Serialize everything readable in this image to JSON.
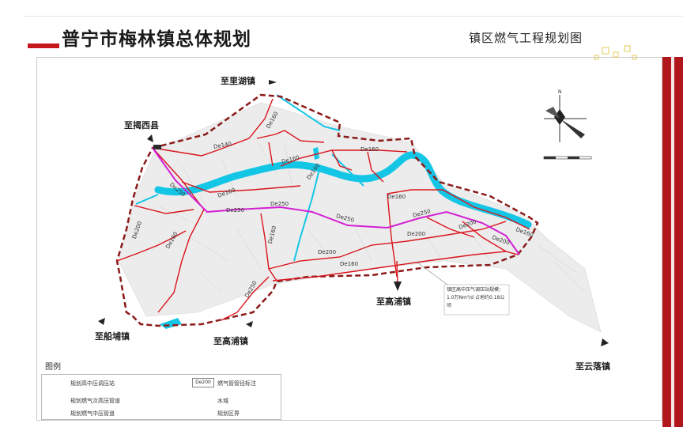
{
  "header": {
    "title": "普宁市梅林镇总体规划",
    "subtitle": "镇区燃气工程规划图"
  },
  "map": {
    "destinations": {
      "lihu": "至里湖镇",
      "jiexi": "至揭西县",
      "gaopu_center": "至高浦镇",
      "chuanbu": "至船埔镇",
      "gaopu_south": "至高浦镇",
      "yunluo": "至云落镇"
    },
    "pipe_labels": {
      "de140_top": "De140",
      "de160_north": "De160",
      "de160_east": "De160",
      "de160_mid": "De160",
      "de160_right": "De160",
      "de250_nw": "De250",
      "de160_w": "De160",
      "de250_a": "De250",
      "de250_b": "De250",
      "de250_c": "De250",
      "de250_d": "De250",
      "de200_west": "De200",
      "de160_sw": "De160",
      "de160_center": "De160",
      "de200_mid": "De200",
      "de160_south": "De160",
      "de250_south": "De250",
      "de200_east": "De200",
      "de160_far_east": "De160",
      "de200_se": "De200",
      "de200_far_e": "De200",
      "de160_tip": "De160"
    },
    "station_note": "镇区高中压气调压站规模：1.0万Nm³/d 占地约0.18公顷",
    "colors": {
      "middle_pressure_pipe": "#d9141c",
      "secondary_pipe": "#d41fd4",
      "water": "#14c6e6",
      "boundary": "#8b1a1a"
    }
  },
  "legend": {
    "title": "图例",
    "items": {
      "station": "规划高中压调压站",
      "secondary_main": "规划燃气次高压管道",
      "middle_pipe": "规划燃气中压管道",
      "pipe_dim_sample": "De200",
      "pipe_dim": "燃气管管径标注",
      "water": "水域",
      "boundary": "规划区界"
    }
  }
}
